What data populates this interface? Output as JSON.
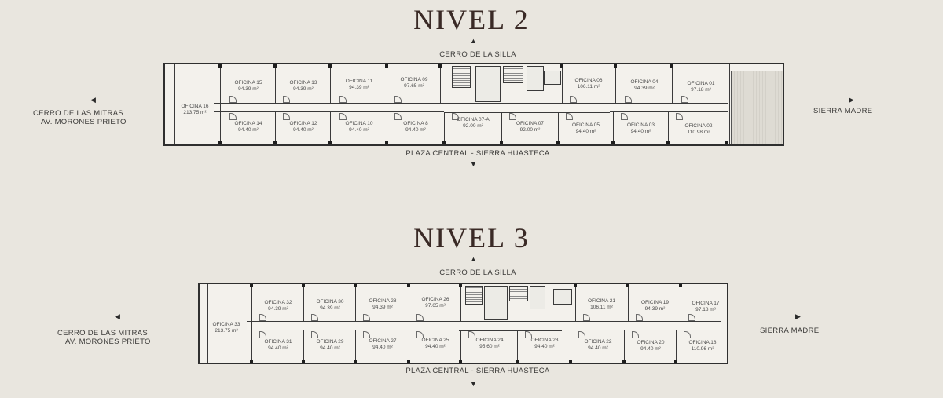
{
  "levels": [
    {
      "title": "NIVEL 2",
      "north": "CERRO DE LA SILLA",
      "south": "PLAZA CENTRAL - SIERRA HUASTECA",
      "west": [
        "CERRO DE LAS MITRAS",
        "AV. MORONES PRIETO"
      ],
      "east": "SIERRA MADRE",
      "west_office": {
        "name": "OFICINA 16",
        "area": "213.75 m²"
      },
      "top_offices": [
        {
          "name": "OFICINA 15",
          "area": "94.39 m²"
        },
        {
          "name": "OFICINA 13",
          "area": "94.39 m²"
        },
        {
          "name": "OFICINA 11",
          "area": "94.39 m²"
        },
        {
          "name": "OFICINA 09",
          "area": "97.65 m²"
        },
        {
          "name": "OFICINA 06",
          "area": "106.11 m²"
        },
        {
          "name": "OFICINA 04",
          "area": "94.39 m²"
        },
        {
          "name": "OFICINA 01",
          "area": "97.18 m²"
        }
      ],
      "bottom_offices": [
        {
          "name": "OFICINA 14",
          "area": "94.40 m²"
        },
        {
          "name": "OFICINA 12",
          "area": "94.40 m²"
        },
        {
          "name": "OFICINA 10",
          "area": "94.40 m²"
        },
        {
          "name": "OFICINA 8",
          "area": "94.40 m²"
        },
        {
          "name": "OFICINA 07-A",
          "area": "92.00 m²"
        },
        {
          "name": "OFICINA 07",
          "area": "92.00 m²"
        },
        {
          "name": "OFICINA 05",
          "area": "94.40 m²"
        },
        {
          "name": "OFICINA 03",
          "area": "94.40 m²"
        },
        {
          "name": "OFICINA 02",
          "area": "110.98 m²"
        }
      ]
    },
    {
      "title": "NIVEL 3",
      "north": "CERRO DE LA SILLA",
      "south": "PLAZA CENTRAL - SIERRA HUASTECA",
      "west": [
        "CERRO DE LAS MITRAS",
        "AV. MORONES PRIETO"
      ],
      "east": "SIERRA MADRE",
      "west_office": {
        "name": "OFICINA 33",
        "area": "213.75 m²"
      },
      "top_offices": [
        {
          "name": "OFICINA 32",
          "area": "94.39 m²"
        },
        {
          "name": "OFICINA 30",
          "area": "94.39 m²"
        },
        {
          "name": "OFICINA 28",
          "area": "94.39 m²"
        },
        {
          "name": "OFICINA 26",
          "area": "97.65 m²"
        },
        {
          "name": "OFICINA 21",
          "area": "106.11 m²"
        },
        {
          "name": "OFICINA 19",
          "area": "94.39 m²"
        },
        {
          "name": "OFICINA 17",
          "area": "97.18 m²"
        }
      ],
      "bottom_offices": [
        {
          "name": "OFICINA 31",
          "area": "94.40 m²"
        },
        {
          "name": "OFICINA 29",
          "area": "94.40 m²"
        },
        {
          "name": "OFICINA 27",
          "area": "94.40 m²"
        },
        {
          "name": "OFICINA 25",
          "area": "94.40 m²"
        },
        {
          "name": "OFICINA 24",
          "area": "95.60 m²"
        },
        {
          "name": "OFICINA 23",
          "area": "94.40 m²"
        },
        {
          "name": "OFICINA 22",
          "area": "94.40 m²"
        },
        {
          "name": "OFICINA 20",
          "area": "94.40 m²"
        },
        {
          "name": "OFICINA 18",
          "area": "110.96 m²"
        }
      ]
    }
  ]
}
